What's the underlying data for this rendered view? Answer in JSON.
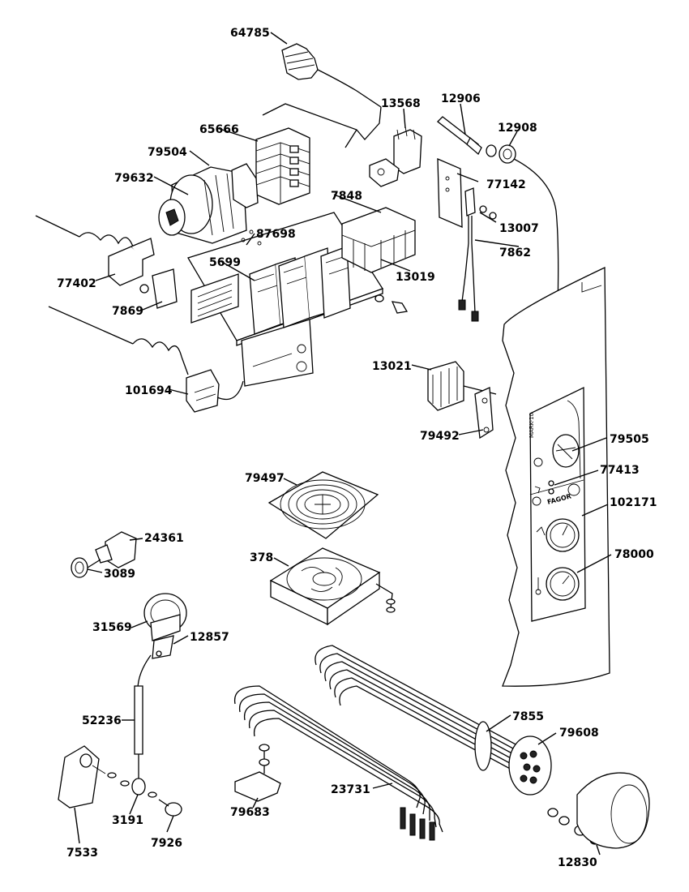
{
  "labels": {
    "p64785": "64785",
    "p13568": "13568",
    "p12906": "12906",
    "p12908": "12908",
    "p65666": "65666",
    "p79504": "79504",
    "p79632": "79632",
    "p77142": "77142",
    "p7848": "7848",
    "p13007": "13007",
    "p87698": "87698",
    "p7862": "7862",
    "p77402": "77402",
    "p5699": "5699",
    "p13019": "13019",
    "p7869": "7869",
    "p13021": "13021",
    "p101694": "101694",
    "p79492": "79492",
    "p79505": "79505",
    "p77413": "77413",
    "p79497": "79497",
    "p102171": "102171",
    "p24361": "24361",
    "p378": "378",
    "p78000": "78000",
    "p3089": "3089",
    "p31569": "31569",
    "p12857": "12857",
    "p7855": "7855",
    "p52236": "52236",
    "p79608": "79608",
    "p23731": "23731",
    "p3191": "3191",
    "p79683": "79683",
    "p7926": "7926",
    "p7533": "7533",
    "p12830": "12830"
  }
}
